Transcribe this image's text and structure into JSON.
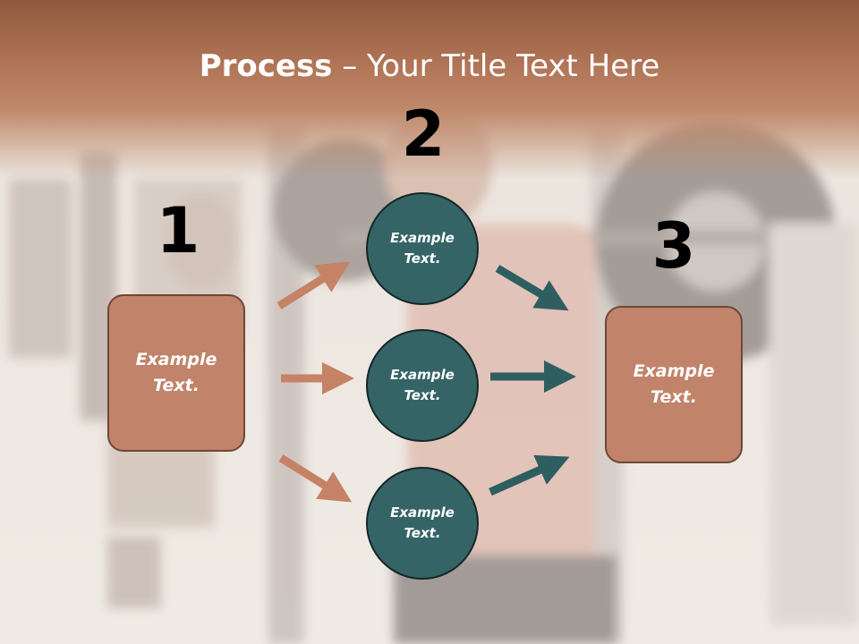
{
  "title": {
    "bold": "Process",
    "rest": " – Your Title Text Here"
  },
  "steps": {
    "n1": "1",
    "n2": "2",
    "n3": "3"
  },
  "nodes": {
    "left_box": "Example\nText.",
    "circle_top": "Example\nText.",
    "circle_middle": "Example\nText.",
    "circle_bottom": "Example\nText.",
    "right_box": "Example\nText."
  },
  "colors": {
    "box_fill": "#c1836a",
    "circle_fill": "#356466",
    "arrow_left": "#c58266",
    "arrow_right": "#2f5e60"
  }
}
